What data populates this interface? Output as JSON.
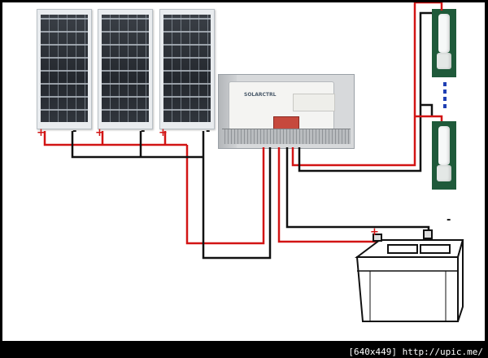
{
  "panels": [
    {
      "positive_label": "+",
      "negative_label": "-"
    },
    {
      "positive_label": "+",
      "negative_label": "-"
    },
    {
      "positive_label": "+",
      "negative_label": "-"
    }
  ],
  "controller": {
    "brand_text": "SOLARCTRL"
  },
  "load": {
    "series_separator": "dashed-blue"
  },
  "battery": {
    "positive_label": "+",
    "negative_label": "-"
  },
  "footer": {
    "image_size": "[640x449]",
    "url": "http://upic.me/"
  },
  "colors": {
    "positive_wire": "#d21414",
    "negative_wire": "#111111",
    "separator": "#1f3fb3",
    "bulb_base": "#1f5a3a"
  }
}
